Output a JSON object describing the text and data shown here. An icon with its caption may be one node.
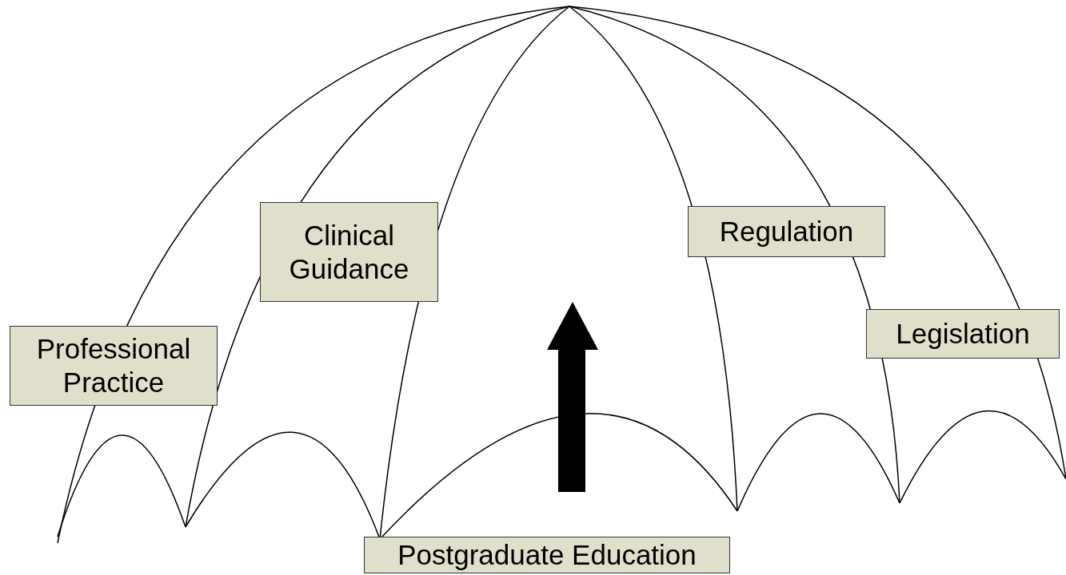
{
  "diagram": {
    "nodes": [
      {
        "text": [
          "Professional Practice"
        ]
      },
      {
        "text": [
          "Clinical Guidance"
        ]
      },
      {
        "text": [
          "Regulation"
        ]
      },
      {
        "text": [
          "Legislation"
        ]
      },
      {
        "text": [
          "Postgraduate Education"
        ]
      }
    ]
  }
}
